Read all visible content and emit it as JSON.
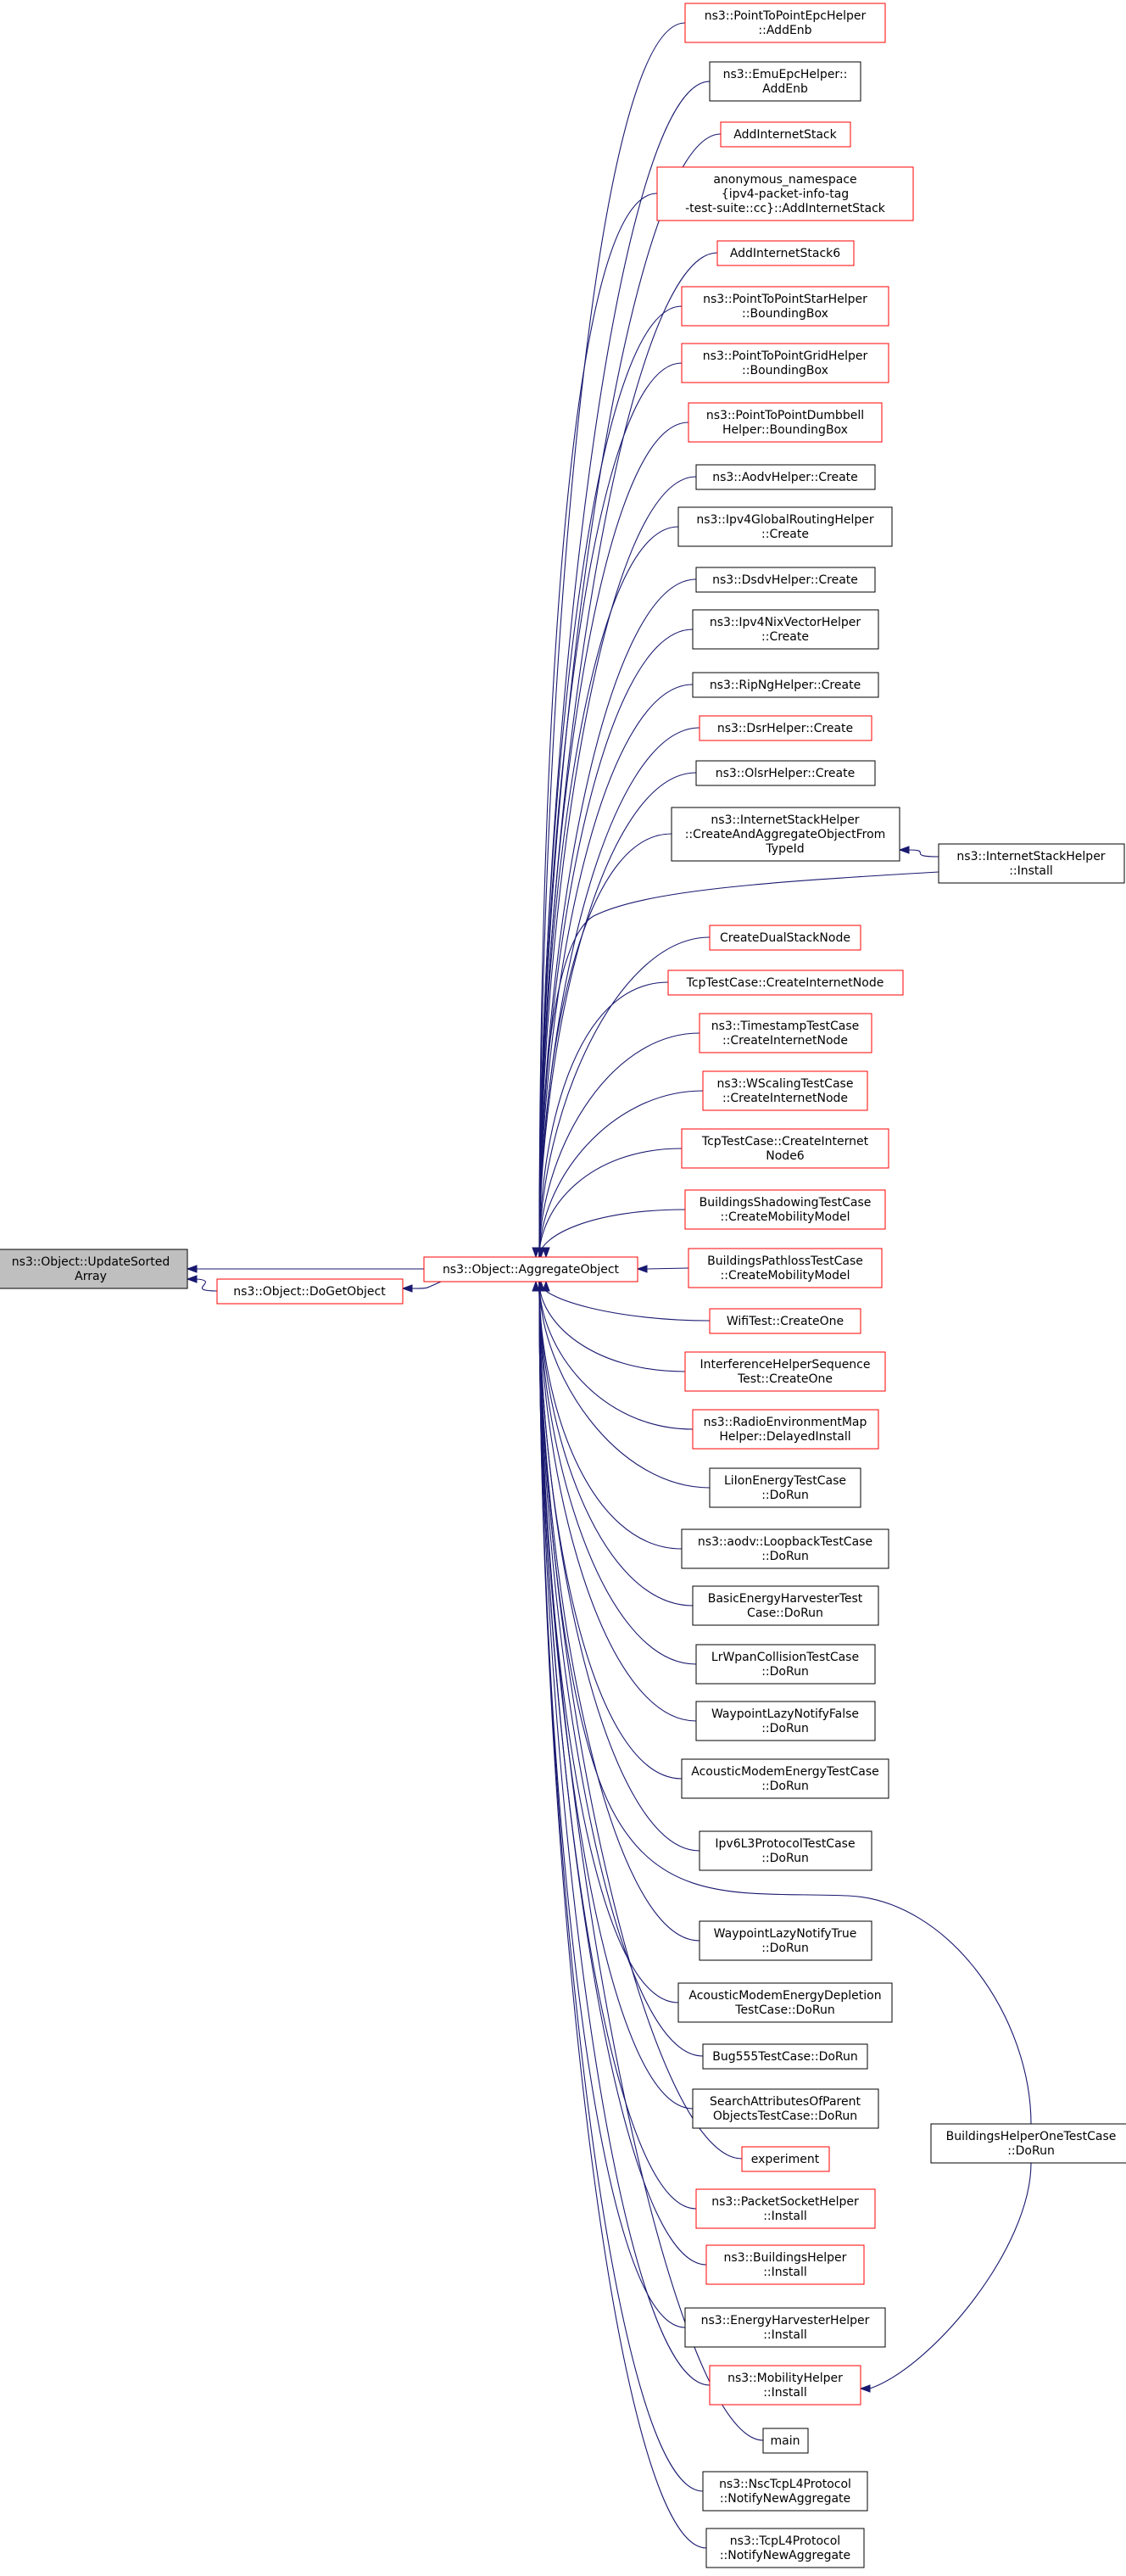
{
  "colors": {
    "edge": "#191970",
    "border_documented": "#000000",
    "border_undocumented": "#ff0000",
    "root_fill": "#bfbfbf",
    "node_fill": "#ffffff",
    "background": "#ffffff"
  },
  "root": {
    "lines": [
      "ns3::Object::UpdateSorted",
      "Array"
    ]
  },
  "level1": [
    {
      "lines": [
        "ns3::Object::DoGetObject"
      ],
      "border": "red"
    },
    {
      "lines": [
        "ns3::Object::AggregateObject"
      ],
      "border": "red"
    }
  ],
  "callers": [
    {
      "lines": [
        "ns3::PointToPointEpcHelper",
        "::AddEnb"
      ],
      "border": "red"
    },
    {
      "lines": [
        "ns3::EmuEpcHelper::",
        "AddEnb"
      ],
      "border": "black"
    },
    {
      "lines": [
        "AddInternetStack"
      ],
      "border": "red"
    },
    {
      "lines": [
        "anonymous_namespace",
        "{ipv4-packet-info-tag",
        "-test-suite::cc}::AddInternetStack"
      ],
      "border": "red"
    },
    {
      "lines": [
        "AddInternetStack6"
      ],
      "border": "red"
    },
    {
      "lines": [
        "ns3::PointToPointStarHelper",
        "::BoundingBox"
      ],
      "border": "red"
    },
    {
      "lines": [
        "ns3::PointToPointGridHelper",
        "::BoundingBox"
      ],
      "border": "red"
    },
    {
      "lines": [
        "ns3::PointToPointDumbbell",
        "Helper::BoundingBox"
      ],
      "border": "red"
    },
    {
      "lines": [
        "ns3::AodvHelper::Create"
      ],
      "border": "black"
    },
    {
      "lines": [
        "ns3::Ipv4GlobalRoutingHelper",
        "::Create"
      ],
      "border": "black"
    },
    {
      "lines": [
        "ns3::DsdvHelper::Create"
      ],
      "border": "black"
    },
    {
      "lines": [
        "ns3::Ipv4NixVectorHelper",
        "::Create"
      ],
      "border": "black"
    },
    {
      "lines": [
        "ns3::RipNgHelper::Create"
      ],
      "border": "black"
    },
    {
      "lines": [
        "ns3::DsrHelper::Create"
      ],
      "border": "red"
    },
    {
      "lines": [
        "ns3::OlsrHelper::Create"
      ],
      "border": "black"
    },
    {
      "lines": [
        "ns3::InternetStackHelper",
        "::CreateAndAggregateObjectFrom",
        "TypeId"
      ],
      "border": "black"
    },
    {
      "lines": [
        "CreateDualStackNode"
      ],
      "border": "red"
    },
    {
      "lines": [
        "TcpTestCase::CreateInternetNode"
      ],
      "border": "red"
    },
    {
      "lines": [
        "ns3::TimestampTestCase",
        "::CreateInternetNode"
      ],
      "border": "red"
    },
    {
      "lines": [
        "ns3::WScalingTestCase",
        "::CreateInternetNode"
      ],
      "border": "red"
    },
    {
      "lines": [
        "TcpTestCase::CreateInternet",
        "Node6"
      ],
      "border": "red"
    },
    {
      "lines": [
        "BuildingsShadowingTestCase",
        "::CreateMobilityModel"
      ],
      "border": "red"
    },
    {
      "lines": [
        "BuildingsPathlossTestCase",
        "::CreateMobilityModel"
      ],
      "border": "red"
    },
    {
      "lines": [
        "WifiTest::CreateOne"
      ],
      "border": "red"
    },
    {
      "lines": [
        "InterferenceHelperSequence",
        "Test::CreateOne"
      ],
      "border": "red"
    },
    {
      "lines": [
        "ns3::RadioEnvironmentMap",
        "Helper::DelayedInstall"
      ],
      "border": "red"
    },
    {
      "lines": [
        "LiIonEnergyTestCase",
        "::DoRun"
      ],
      "border": "black"
    },
    {
      "lines": [
        "ns3::aodv::LoopbackTestCase",
        "::DoRun"
      ],
      "border": "black"
    },
    {
      "lines": [
        "BasicEnergyHarvesterTest",
        "Case::DoRun"
      ],
      "border": "black"
    },
    {
      "lines": [
        "LrWpanCollisionTestCase",
        "::DoRun"
      ],
      "border": "black"
    },
    {
      "lines": [
        "WaypointLazyNotifyFalse",
        "::DoRun"
      ],
      "border": "black"
    },
    {
      "lines": [
        "AcousticModemEnergyTestCase",
        "::DoRun"
      ],
      "border": "black"
    },
    {
      "lines": [
        "Ipv6L3ProtocolTestCase",
        "::DoRun"
      ],
      "border": "black"
    },
    {
      "lines": [
        "WaypointLazyNotifyTrue",
        "::DoRun"
      ],
      "border": "black"
    },
    {
      "lines": [
        "AcousticModemEnergyDepletion",
        "TestCase::DoRun"
      ],
      "border": "black"
    },
    {
      "lines": [
        "Bug555TestCase::DoRun"
      ],
      "border": "black"
    },
    {
      "lines": [
        "SearchAttributesOfParent",
        "ObjectsTestCase::DoRun"
      ],
      "border": "black"
    },
    {
      "lines": [
        "experiment"
      ],
      "border": "red"
    },
    {
      "lines": [
        "ns3::PacketSocketHelper",
        "::Install"
      ],
      "border": "red"
    },
    {
      "lines": [
        "ns3::BuildingsHelper",
        "::Install"
      ],
      "border": "red"
    },
    {
      "lines": [
        "ns3::EnergyHarvesterHelper",
        "::Install"
      ],
      "border": "black"
    },
    {
      "lines": [
        "ns3::MobilityHelper",
        "::Install"
      ],
      "border": "red"
    },
    {
      "lines": [
        "main"
      ],
      "border": "black"
    },
    {
      "lines": [
        "ns3::NscTcpL4Protocol",
        "::NotifyNewAggregate"
      ],
      "border": "black"
    },
    {
      "lines": [
        "ns3::TcpL4Protocol",
        "::NotifyNewAggregate"
      ],
      "border": "black"
    }
  ],
  "extras": [
    {
      "lines": [
        "ns3::InternetStackHelper",
        "::Install"
      ],
      "border": "black"
    },
    {
      "lines": [
        "BuildingsHelperOneTestCase",
        "::DoRun"
      ],
      "border": "black"
    }
  ]
}
